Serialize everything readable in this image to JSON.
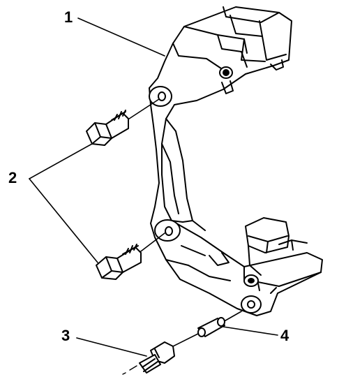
{
  "callouts": {
    "part_1": "1",
    "part_2": "2",
    "part_3": "3",
    "part_4": "4"
  },
  "colors": {
    "ink": "#000000",
    "paper": "#ffffff"
  },
  "parts": [
    {
      "callout": "1",
      "icon": "caliper-bracket-icon"
    },
    {
      "callout": "2",
      "icon": "mounting-bolt-icon"
    },
    {
      "callout": "3",
      "icon": "guide-pin-bolt-icon"
    },
    {
      "callout": "4",
      "icon": "guide-pin-sleeve-icon"
    }
  ]
}
